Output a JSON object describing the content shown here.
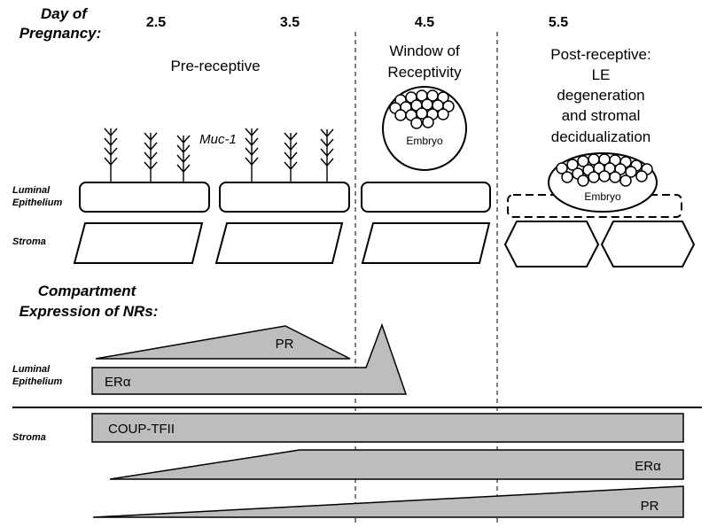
{
  "header": {
    "day_label_line1": "Day of",
    "day_label_line2": "Pregnancy:",
    "days": [
      "2.5",
      "3.5",
      "4.5",
      "5.5"
    ]
  },
  "phases": {
    "pre_receptive": "Pre-receptive",
    "window_line1": "Window of",
    "window_line2": "Receptivity",
    "post_line1": "Post-receptive:",
    "post_line2": "LE",
    "post_line3": "degeneration",
    "post_line4": "and stromal",
    "post_line5": "decidualization"
  },
  "labels": {
    "muc1": "Muc-1",
    "embryo": "Embryo",
    "luminal_line1": "Luminal",
    "luminal_line2": "Epithelium",
    "stroma": "Stroma",
    "compartment_line1": "Compartment",
    "compartment_line2": "Expression of NRs:"
  },
  "expression": {
    "le_pr": "PR",
    "le_er": "ERα",
    "stroma_couptfii": "COUP-TFII",
    "stroma_er": "ERα",
    "stroma_pr": "PR"
  }
}
